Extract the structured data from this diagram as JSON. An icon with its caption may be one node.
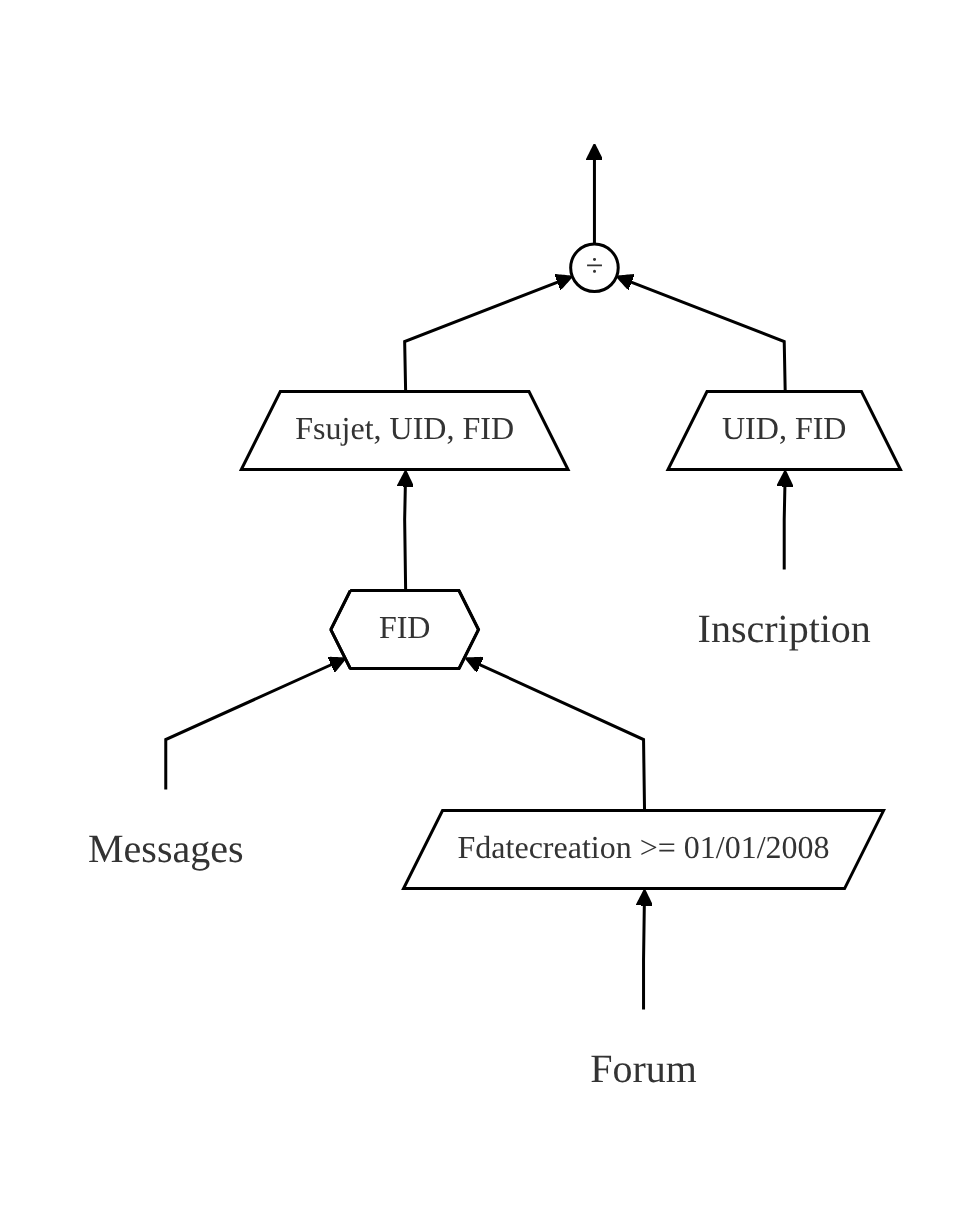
{
  "diagram": {
    "nodes": [
      {
        "text": [
          "÷"
        ]
      },
      {
        "text": [
          "Fsujet, UID, FID"
        ]
      },
      {
        "text": [
          "UID, FID"
        ]
      },
      {
        "text": [
          "FID"
        ]
      },
      {
        "text": [
          "Inscription"
        ]
      },
      {
        "text": [
          "Messages"
        ]
      },
      {
        "text": [
          "Fdatecreation >= 01/01/2008"
        ]
      },
      {
        "text": [
          "Forum"
        ]
      }
    ],
    "edges": [
      {
        "from": 0,
        "to": null,
        "arrow": "to"
      },
      {
        "from": 1,
        "to": 0,
        "arrow": "to"
      },
      {
        "from": 2,
        "to": 0,
        "arrow": "to"
      },
      {
        "from": 3,
        "to": 1,
        "arrow": "to"
      },
      {
        "from": 4,
        "to": 2,
        "arrow": "to"
      },
      {
        "from": 5,
        "to": 3,
        "arrow": "to"
      },
      {
        "from": 6,
        "to": 3,
        "arrow": "to"
      },
      {
        "from": 7,
        "to": 6,
        "arrow": "to"
      }
    ]
  }
}
